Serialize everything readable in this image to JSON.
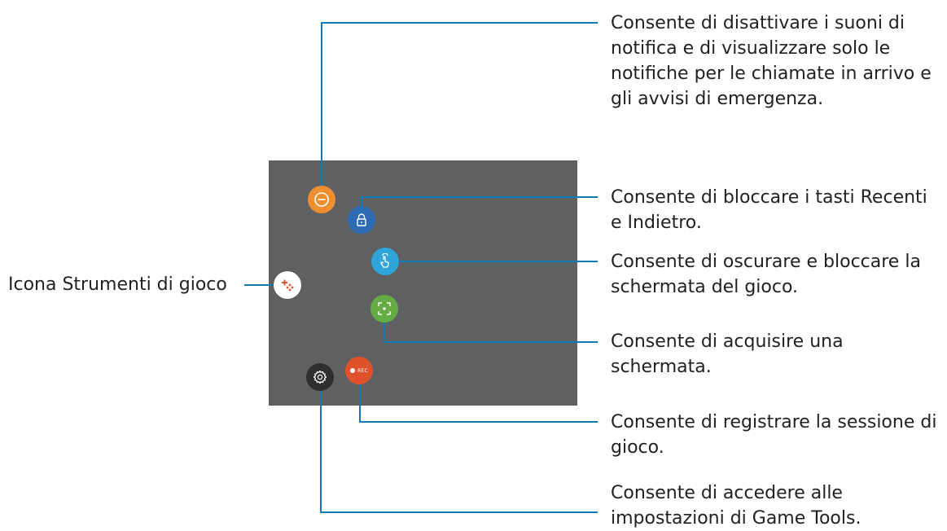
{
  "game_tools_icon_label": "Icona Strumenti di gioco",
  "callouts": {
    "no_alerts": [
      "Consente di disattivare i suoni di",
      "notifica e di visualizzare solo le",
      "notifiche per le chiamate in arrivo e",
      "gli avvisi di emergenza."
    ],
    "lock_keys": [
      "Consente di bloccare i tasti Recenti",
      "e Indietro."
    ],
    "lock_screen": [
      "Consente di oscurare e bloccare la",
      "schermata del gioco."
    ],
    "screenshot": [
      "Consente di acquisire una",
      "schermata."
    ],
    "record": [
      "Consente di registrare la sessione di",
      "gioco."
    ],
    "settings": [
      "Consente di accedere alle",
      "impostazioni di Game Tools."
    ]
  },
  "record_button_text": "REC",
  "icons": {
    "no_alerts": "minus-circle-icon",
    "lock_keys": "lock-icon",
    "lock_screen": "touch-lock-icon",
    "screenshot": "screenshot-frame-icon",
    "record": "record-icon",
    "settings": "gear-icon",
    "game_tools": "game-tools-icon"
  },
  "colors": {
    "panel": "#5f6062",
    "leader_line": "#0e7ab8",
    "no_alerts": "#ed8e2f",
    "lock_keys": "#2d6cb4",
    "lock_screen": "#2fa4d9",
    "screenshot": "#65ac45",
    "record": "#e0522b",
    "settings": "#2f2f31",
    "game_tools_bg": "#ffffff",
    "game_tools_accent": "#e0522b"
  }
}
